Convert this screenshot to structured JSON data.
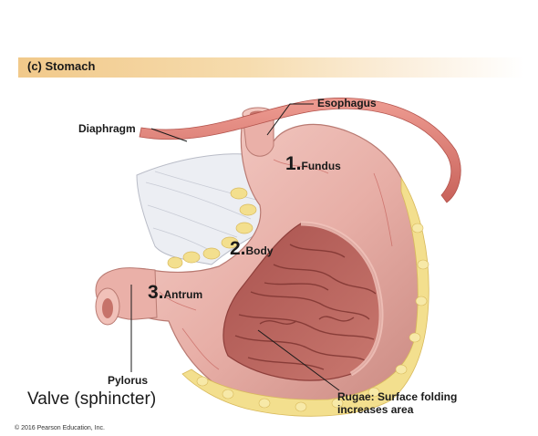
{
  "title": "(c) Stomach",
  "labels": {
    "esophagus": "Esophagus",
    "diaphragm": "Diaphragm",
    "fundus_num": "1.",
    "fundus": "Fundus",
    "body_num": "2.",
    "body": "Body",
    "antrum_num": "3.",
    "antrum": "Antrum",
    "pylorus": "Pylorus",
    "valve": "Valve (sphincter)",
    "rugae_line1": "Rugae: Surface folding",
    "rugae_line2": "increases area"
  },
  "copyright": "© 2016 Pearson Education, Inc.",
  "colors": {
    "title_bar": "#f1c98a",
    "stomach": "#eab5ae",
    "stomach_dark": "#c9827a",
    "interior": "#b8635e",
    "diaphragm": "#d9776f",
    "fat": "#f2dd8a",
    "omentum": "#e6e8ee"
  }
}
